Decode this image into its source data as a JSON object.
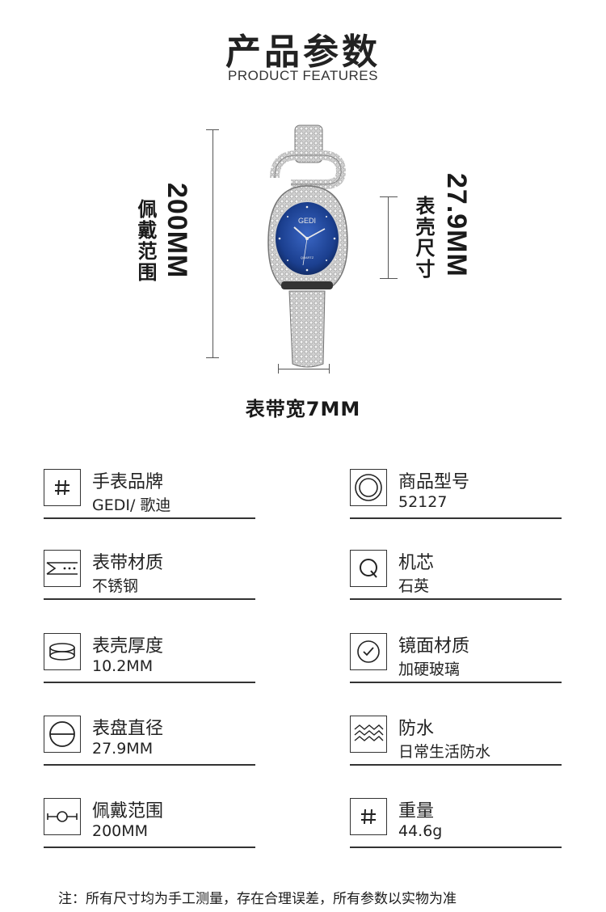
{
  "header": {
    "title": "产品参数",
    "subtitle": "PRODUCT FEATURES"
  },
  "measurements": {
    "wear_range_label": "佩戴范围",
    "wear_range_value": "200MM",
    "case_size_label": "表壳尺寸",
    "case_size_value": "27.9MM",
    "band_width": "表带宽7MM"
  },
  "watch": {
    "brand_mark": "GEDI",
    "dial_text": "QUARTZ",
    "dial_color": "#1b3f8f"
  },
  "specs": [
    {
      "icon": "hash-icon",
      "label": "手表品牌",
      "value": "GEDI/ 歌迪"
    },
    {
      "icon": "concentric-circles-icon",
      "label": "商品型号",
      "value": "52127"
    },
    {
      "icon": "strap-icon",
      "label": "表带材质",
      "value": "不锈钢"
    },
    {
      "icon": "quartz-q-icon",
      "label": "机芯",
      "value": "石英"
    },
    {
      "icon": "case-thickness-icon",
      "label": "表壳厚度",
      "value": "10.2MM"
    },
    {
      "icon": "glass-check-icon",
      "label": "镜面材质",
      "value": "加硬玻璃"
    },
    {
      "icon": "dial-diameter-icon",
      "label": "表盘直径",
      "value": "27.9MM"
    },
    {
      "icon": "water-waves-icon",
      "label": "防水",
      "value": "日常生活防水"
    },
    {
      "icon": "watch-band-icon",
      "label": "佩戴范围",
      "value": "200MM"
    },
    {
      "icon": "hash-icon",
      "label": "重量",
      "value": "44.6g"
    }
  ],
  "footer": {
    "note": "注：所有尺寸均为手工测量，存在合理误差，所有参数以实物为准"
  }
}
